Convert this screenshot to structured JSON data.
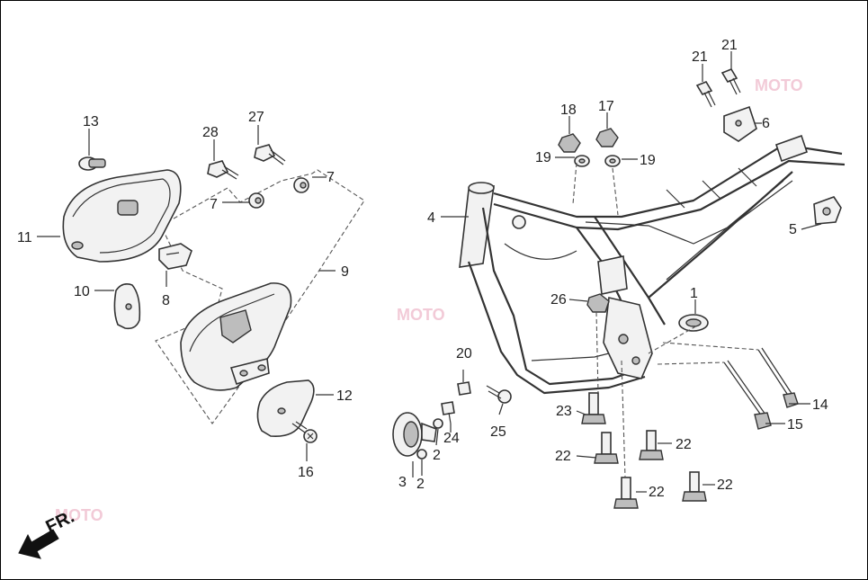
{
  "diagram": {
    "front_label": "FR.",
    "watermark": "MOTO",
    "callouts": {
      "c1": "1",
      "c2a": "2",
      "c2b": "2",
      "c3": "3",
      "c4": "4",
      "c5": "5",
      "c6": "6",
      "c7a": "7",
      "c7b": "7",
      "c8": "8",
      "c9": "9",
      "c10": "10",
      "c11": "11",
      "c12": "12",
      "c13": "13",
      "c14": "14",
      "c15": "15",
      "c16": "16",
      "c17": "17",
      "c18": "18",
      "c19a": "19",
      "c19b": "19",
      "c20": "20",
      "c21a": "21",
      "c21b": "21",
      "c22a": "22",
      "c22b": "22",
      "c22c": "22",
      "c22d": "22",
      "c23": "23",
      "c24": "24",
      "c25": "25",
      "c26": "26",
      "c27": "27",
      "c28": "28"
    }
  }
}
